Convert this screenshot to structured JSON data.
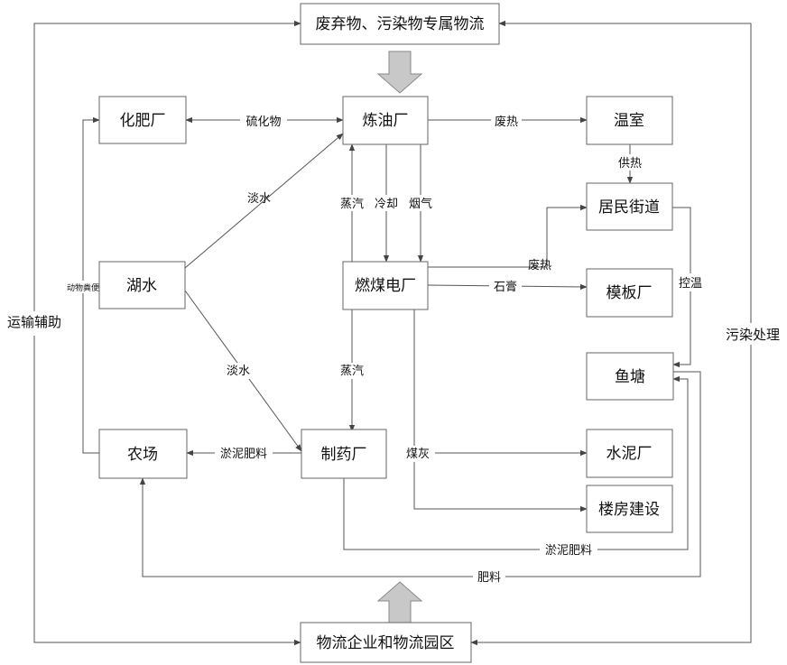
{
  "nodes": {
    "logistics_top": "废弃物、污染物专属物流",
    "fertilizer": "化肥厂",
    "refinery": "炼油厂",
    "greenhouse": "温室",
    "residential": "居民街道",
    "lake": "湖水",
    "power_plant": "燃煤电厂",
    "formwork": "模板厂",
    "fish_pond": "鱼塘",
    "farm": "农场",
    "pharma": "制药厂",
    "cement": "水泥厂",
    "building": "楼房建设",
    "logistics_bottom": "物流企业和物流园区"
  },
  "edges": {
    "sulfide": "硫化物",
    "waste_heat_1": "废热",
    "heating": "供热",
    "fresh_water_1": "淡水",
    "steam_1": "蒸汽",
    "cooling": "冷却",
    "flue_gas": "烟气",
    "waste_heat_2": "废热",
    "gypsum": "石膏",
    "temp_control": "控温",
    "manure": "动物粪便",
    "fresh_water_2": "淡水",
    "steam_2": "蒸汽",
    "sludge_fertilizer_1": "淤泥肥料",
    "coal_ash": "煤灰",
    "sludge_fertilizer_2": "淤泥肥料",
    "fertilizer_flow": "肥料"
  },
  "side_labels": {
    "left": "运输辅助",
    "right": "污染处理"
  }
}
